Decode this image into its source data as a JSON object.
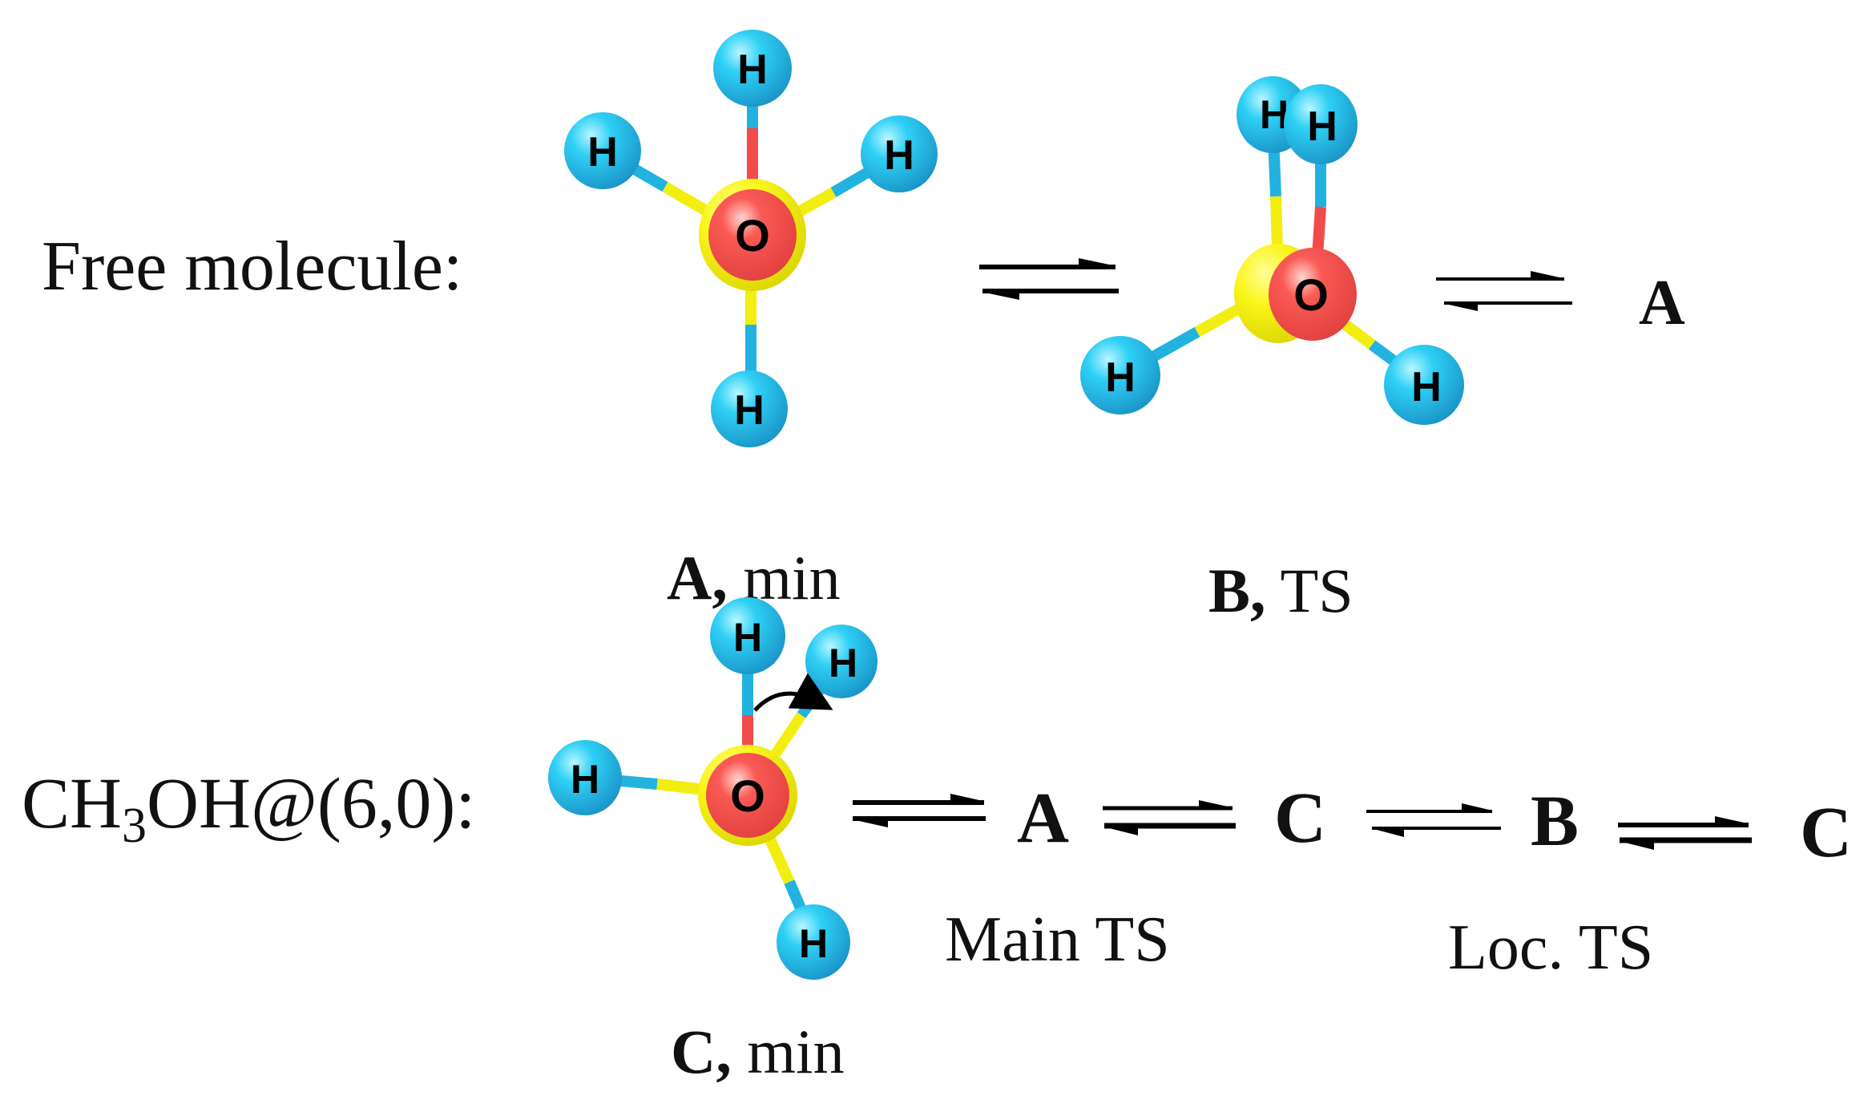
{
  "colors": {
    "hydrogen": "#1EB4E6",
    "hydrogen_light": "#7FE8FF",
    "oxygen": "#F24B4B",
    "oxygen_light": "#FFB3AE",
    "carbon_highlight": "#F2EE10",
    "bond_h": "#22B2E0",
    "bond_o": "#F24B4B",
    "bond_c": "#F2EE10",
    "text": "#111111",
    "background": "#FFFFFF"
  },
  "row1": {
    "label": "Free molecule:",
    "structure_a": {
      "caption_bold": "A,",
      "caption_rest": " min",
      "atoms": {
        "h": "H",
        "o": "O"
      }
    },
    "structure_b": {
      "caption_bold": "B,",
      "caption_rest": " TS",
      "atoms": {
        "h": "H",
        "o": "O"
      }
    },
    "arrow_1": "equilibrium",
    "arrow_2": "equilibrium",
    "product": "A"
  },
  "row2": {
    "label_prefix": "CH",
    "label_subscript": "3",
    "label_suffix": "OH@(6,0):",
    "structure_c": {
      "caption_bold": "C,",
      "caption_rest": " min",
      "atoms": {
        "h": "H",
        "o": "O"
      },
      "rotation_arrow": "curved-arrow"
    },
    "sequence": [
      {
        "type": "arrow",
        "name": "equilibrium"
      },
      {
        "type": "species",
        "label": "A"
      },
      {
        "type": "arrow",
        "name": "equilibrium"
      },
      {
        "type": "species",
        "label": "C"
      },
      {
        "type": "arrow",
        "name": "equilibrium"
      },
      {
        "type": "species",
        "label": "B"
      },
      {
        "type": "arrow",
        "name": "equilibrium"
      },
      {
        "type": "species",
        "label": "C"
      }
    ],
    "annotations": {
      "main_ts": "Main TS",
      "loc_ts": "Loc. TS"
    }
  }
}
